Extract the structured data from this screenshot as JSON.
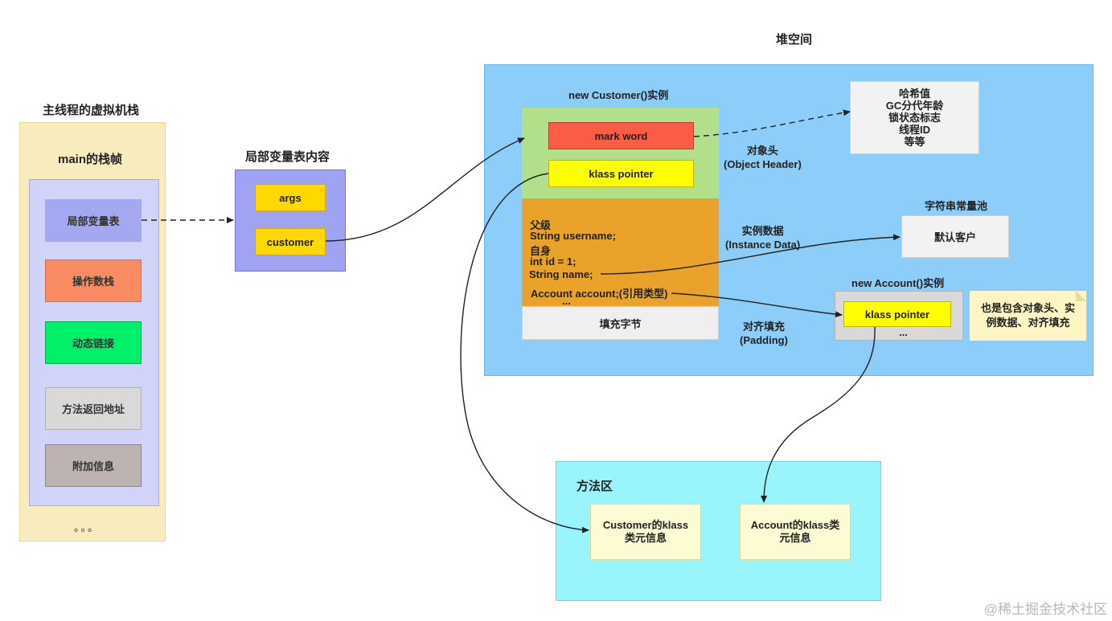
{
  "stack": {
    "title": "主线程的虚拟机栈",
    "frame_title": "main的栈帧",
    "items": [
      {
        "label": "局部变量表",
        "color": "#a3a8f1"
      },
      {
        "label": "操作数栈",
        "color": "#f98c62"
      },
      {
        "label": "动态链接",
        "color": "#00f06a"
      },
      {
        "label": "方法返回地址",
        "color": "#d9d9d9"
      },
      {
        "label": "附加信息",
        "color": "#bdb3b1"
      }
    ],
    "ellipsis": "。。。"
  },
  "local_vars": {
    "title": "局部变量表内容",
    "items": [
      "args",
      "customer"
    ]
  },
  "heap": {
    "title": "堆空间",
    "customer_instance": {
      "title": "new Customer()实例",
      "mark_word": "mark word",
      "klass_pointer": "klass pointer",
      "instance_lines": [
        "父级",
        "String username;",
        "自身",
        "int id = 1;",
        "String name;",
        "Account account;(引用类型)",
        "..."
      ],
      "padding": "填充字节"
    },
    "header_label": [
      "对象头",
      "(Object Header)"
    ],
    "instance_label": [
      "实例数据",
      "(Instance Data)"
    ],
    "padding_label": [
      "对齐填充",
      "(Padding)"
    ],
    "header_info": [
      "哈希值",
      "GC分代年龄",
      "锁状态标志",
      "线程ID",
      "等等"
    ],
    "string_pool": {
      "title": "字符串常量池",
      "value": "默认客户"
    },
    "account_instance": {
      "title": "new Account()实例",
      "klass_pointer": "klass pointer",
      "ellipsis": "..."
    },
    "note": [
      "也是包含对象头、实",
      "例数据、对齐填充"
    ]
  },
  "method_area": {
    "title": "方法区",
    "customer_meta": [
      "Customer的klass",
      "类元信息"
    ],
    "account_meta": [
      "Account的klass类",
      "元信息"
    ]
  },
  "watermark": "@稀土掘金技术社区"
}
